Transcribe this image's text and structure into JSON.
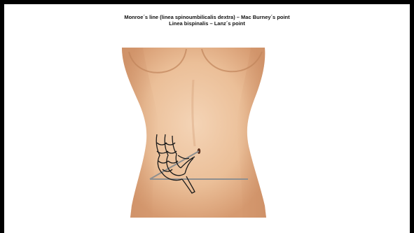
{
  "slide": {
    "title_line_1": "Monroe´s line (linea spinoumbilicalis dextra) – Mac Burney´s point",
    "title_line_2": "Linea bispinalis – Lanz´s point"
  },
  "colors": {
    "border": "#000000",
    "background": "#ffffff",
    "skin_light": "#f2cfae",
    "skin_mid": "#e3b08a",
    "skin_shadow": "#c88a62",
    "line_gray": "#8f8f8f",
    "colon_outline": "#1a1a1a"
  },
  "figure": {
    "icon": "abdomen-torso-illustration"
  }
}
